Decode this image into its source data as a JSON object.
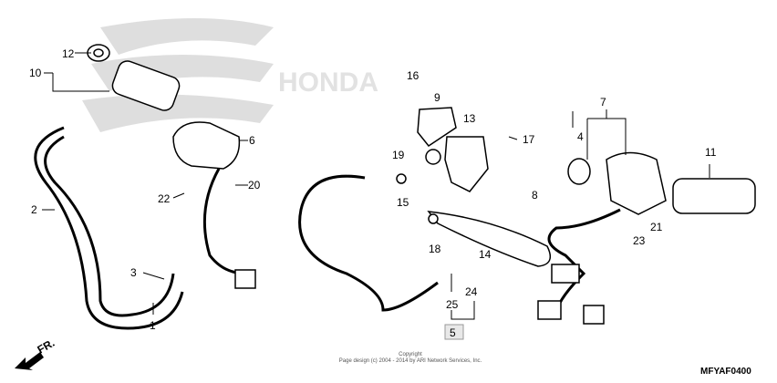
{
  "diagram_code": "MFYAF0400",
  "copyright": {
    "line1": "Copyright",
    "line2": "Page design (c) 2004 - 2014 by ARI Network Services, Inc."
  },
  "front_indicator": "FR.",
  "callouts": [
    "12",
    "10",
    "6",
    "2",
    "22",
    "20",
    "3",
    "1",
    "16",
    "9",
    "13",
    "17",
    "19",
    "15",
    "8",
    "18",
    "14",
    "25",
    "24",
    "5",
    "7",
    "4",
    "11",
    "21",
    "23"
  ],
  "colors": {
    "watermark": "#d8d8d8",
    "ink": "#000000",
    "highlight_box": "#e8e8e8"
  }
}
